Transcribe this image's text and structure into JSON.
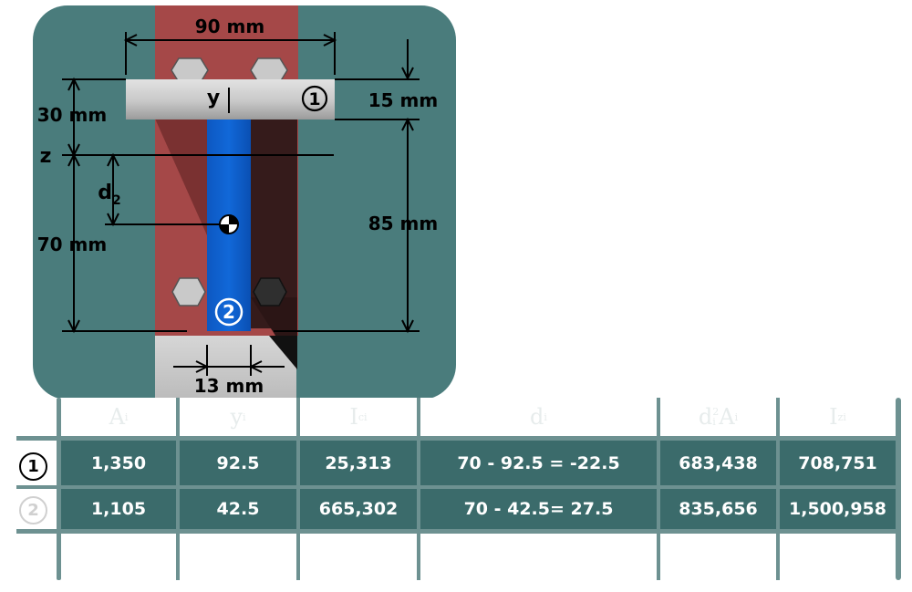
{
  "diagram": {
    "dimensions": {
      "flange_width": "90 mm",
      "flange_depth": "15 mm",
      "web_depth": "85 mm",
      "web_width": "13 mm",
      "upper_distance": "30 mm",
      "lower_distance": "70 mm"
    },
    "axes": {
      "y": "y",
      "z": "z"
    },
    "d2_label": {
      "d": "d",
      "sub": "2"
    },
    "part_markers": [
      "1",
      "2"
    ]
  },
  "table": {
    "headers": [
      {
        "main": "A",
        "sub": "i"
      },
      {
        "main": "y",
        "sub": "i"
      },
      {
        "main": "I",
        "sub": "ci"
      },
      {
        "main": "d",
        "sub": "i"
      },
      {
        "main": "d",
        "sup": "2",
        "sub": "i",
        "tail": "A",
        "tail_sub": "i"
      },
      {
        "main": "I",
        "sub": "zi"
      }
    ],
    "rows": [
      {
        "label": "1",
        "cells": [
          "1,350",
          "92.5",
          "25,313",
          "70 - 92.5 = -22.5",
          "683,438",
          "708,751"
        ]
      },
      {
        "label": "2",
        "cells": [
          "1,105",
          "42.5",
          "665,302",
          "70 - 42.5= 27.5",
          "835,656",
          "1,500,958"
        ]
      }
    ]
  },
  "colors": {
    "panel": "#4a7c7c",
    "background_member": "#a54848",
    "flange": "#c4c4c4",
    "web": "#0b5fcc",
    "table_cell": "#3b6b6b",
    "table_line": "#6d9191"
  }
}
